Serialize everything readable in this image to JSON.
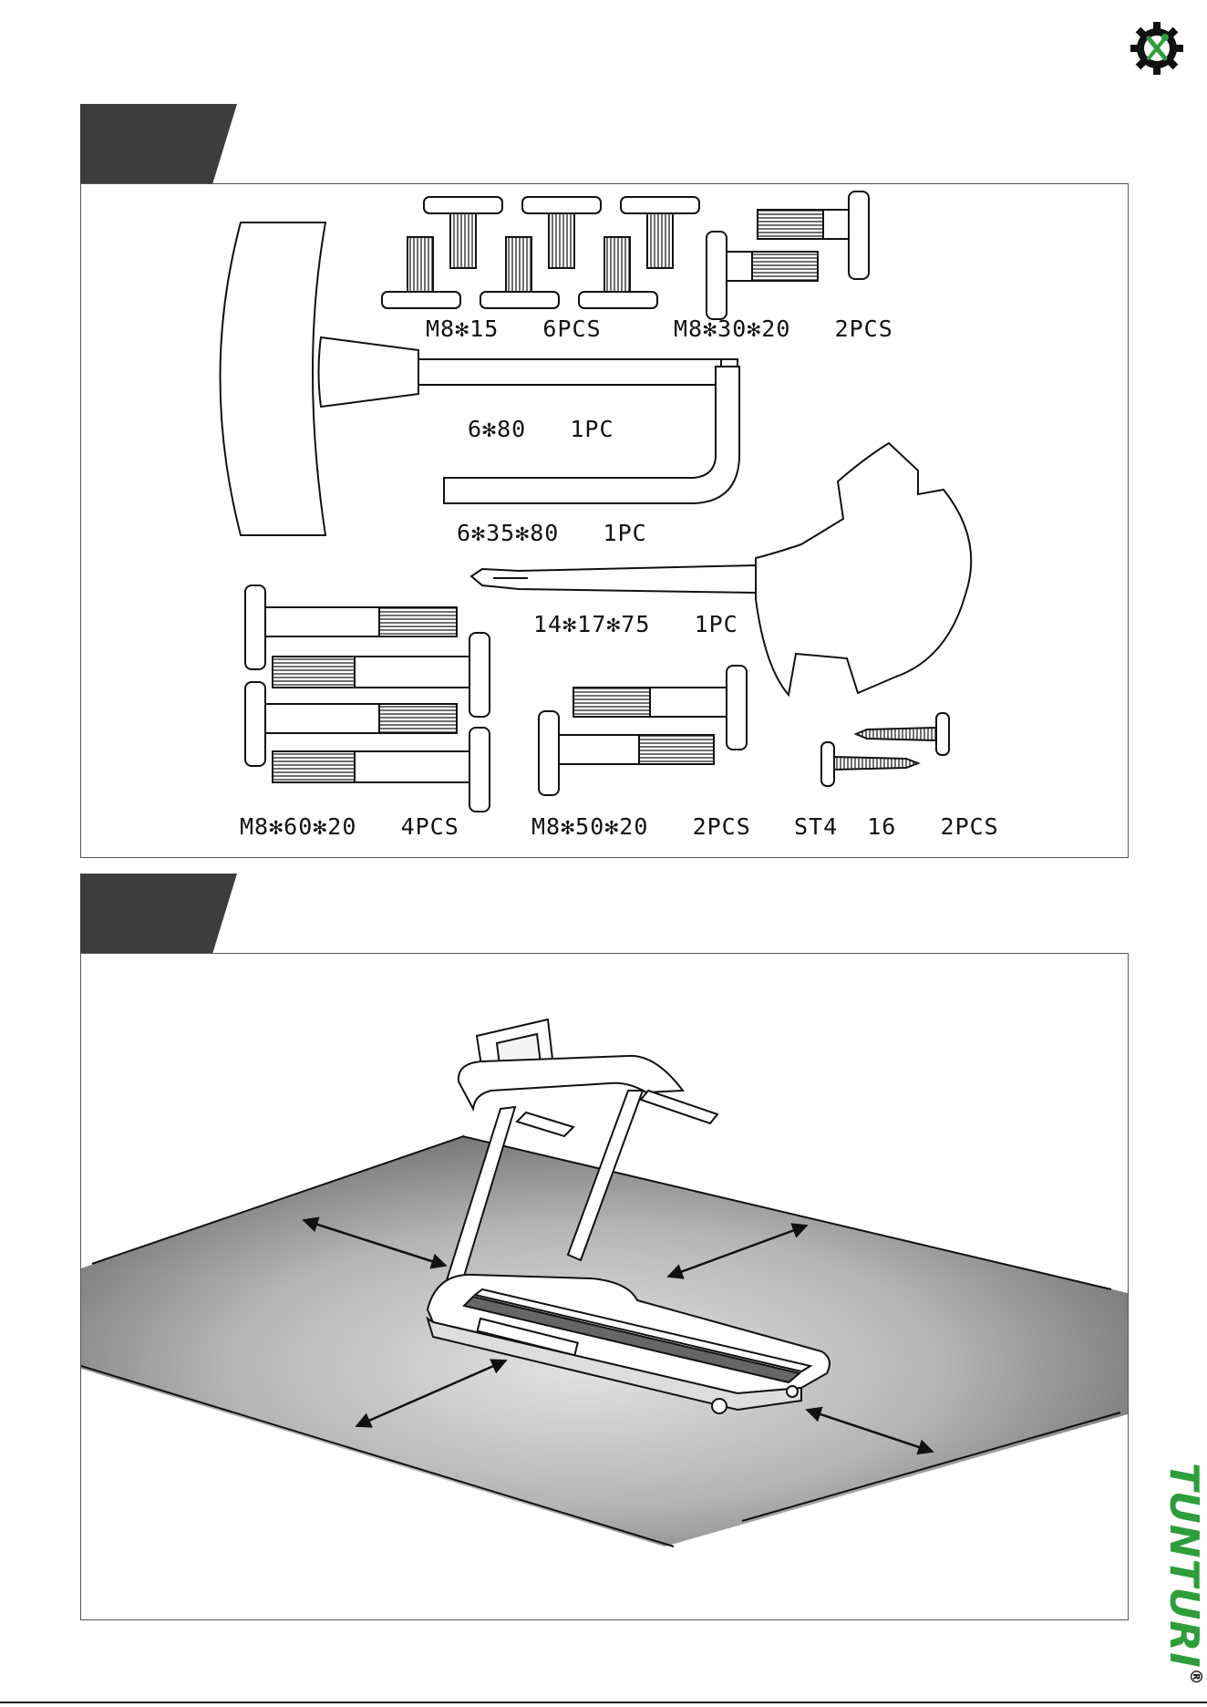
{
  "section1": {
    "parts": [
      {
        "id": "p1",
        "text": "M8✻15   6PCS"
      },
      {
        "id": "p2",
        "text": "M8✻30✻20   2PCS"
      },
      {
        "id": "p3",
        "text": "6✻80   1PC"
      },
      {
        "id": "p4",
        "text": "6✻35✻80   1PC"
      },
      {
        "id": "p5",
        "text": "14✻17✻75   1PC"
      },
      {
        "id": "p6",
        "text": "M8✻60✻20   4PCS"
      },
      {
        "id": "p7",
        "text": "M8✻50✻20   2PCS"
      },
      {
        "id": "p8",
        "text": "ST4  16   2PCS"
      }
    ]
  },
  "brand": {
    "name": "TUNTURI",
    "mark": "®",
    "color": "#2e9e3a"
  },
  "icons": {
    "tools": "wrench-screwdriver-gear-icon"
  },
  "colors": {
    "tab": "#3d3d3d",
    "border": "#555555",
    "floor_dark": "#6b6b6b",
    "floor_light": "#e3e3e3"
  }
}
